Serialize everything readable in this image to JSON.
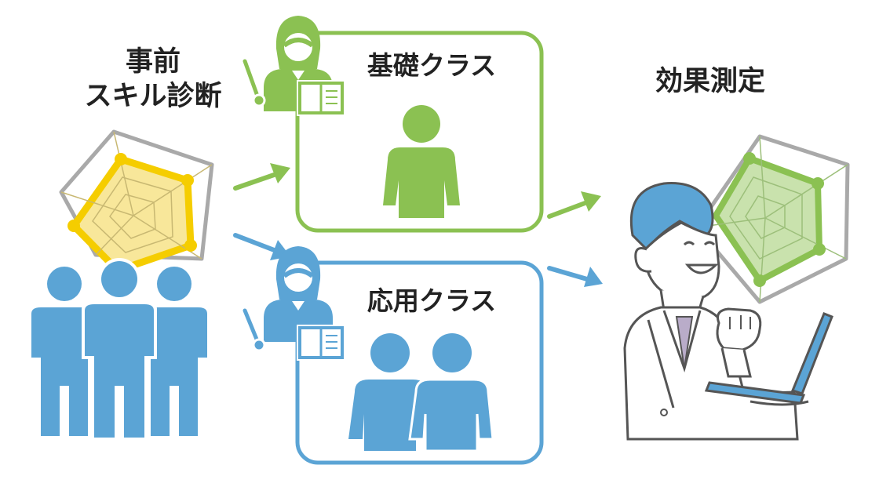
{
  "labels": {
    "pre": [
      "事前",
      "スキル診断"
    ],
    "basic": "基礎クラス",
    "applied": "応用クラス",
    "effect": "効果測定"
  },
  "colors": {
    "green": "#8bc152",
    "blue": "#5ba4d5",
    "yellow": "#f5cd00",
    "yellow_fill": "#f8e79a",
    "green_fill": "#c9e2ad",
    "gray": "#a9a9a9",
    "line": "#666666"
  },
  "icons": [
    "radar-chart-icon",
    "teacher-icon",
    "person-icon",
    "arrow-icon",
    "businessman-laptop-icon"
  ]
}
